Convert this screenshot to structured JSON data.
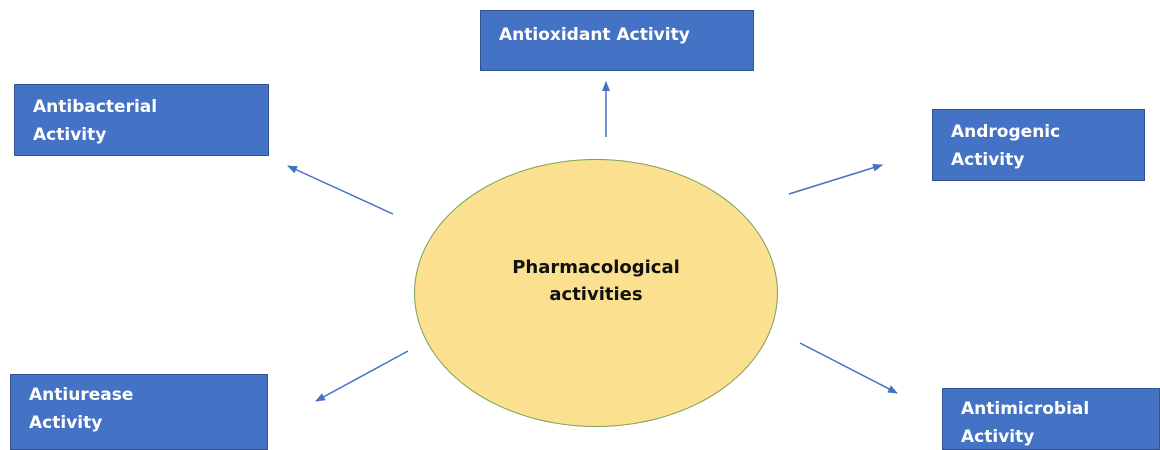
{
  "colors": {
    "box_fill": "#4472c4",
    "circle_fill": "#fbe08f",
    "arrow": "#4472c4"
  },
  "center": {
    "line1": "Pharmacological",
    "line2": "activities"
  },
  "activities": {
    "antioxidant": {
      "line1": "Antioxidant Activity"
    },
    "antibacterial": {
      "line1": "Antibacterial",
      "line2": "Activity"
    },
    "androgenic": {
      "line1": "Androgenic",
      "line2": "Activity"
    },
    "antiurease": {
      "line1": "Antiurease",
      "line2": "Activity"
    },
    "antimicrobial": {
      "line1": "Antimicrobial",
      "line2": "Activity"
    }
  }
}
